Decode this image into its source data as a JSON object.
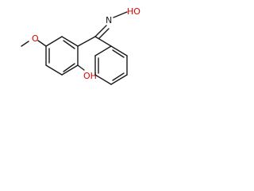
{
  "molecule": {
    "labels": {
      "methoxy_oxygen": "O",
      "oxime_hydroxyl": "HO",
      "oxime_nitrogen": "N",
      "phenol_hydroxyl": "OH"
    },
    "colors": {
      "bond": "#1a1a1a",
      "heteroatom": "#e00000",
      "background": "#ffffff"
    }
  }
}
